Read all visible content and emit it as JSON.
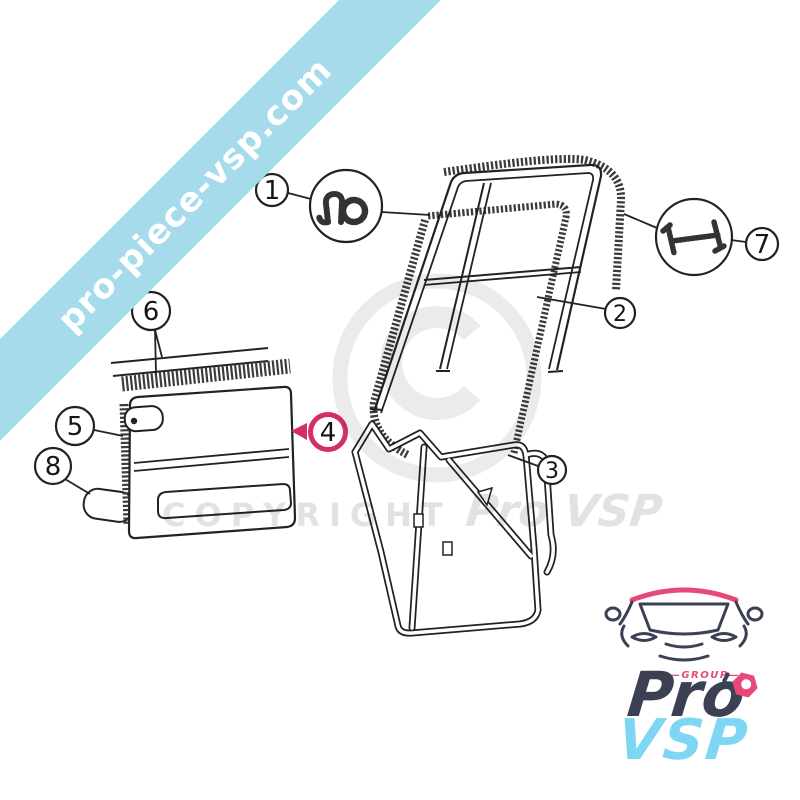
{
  "banner": {
    "text": "pro-piece-vsp.com",
    "bg_color": "#a6dbec",
    "text_color": "#ffffff"
  },
  "watermark": {
    "copyright_text": "COPYRIGHT",
    "brand_text": "Pro VSP",
    "color": "#e2e2e2"
  },
  "diagram": {
    "line_color": "#222222",
    "highlight_color": "#d12f66",
    "callouts": [
      {
        "number": "1"
      },
      {
        "number": "2"
      },
      {
        "number": "3"
      },
      {
        "number": "4"
      },
      {
        "number": "5"
      },
      {
        "number": "6"
      },
      {
        "number": "7"
      },
      {
        "number": "8"
      }
    ]
  },
  "logo": {
    "group_label": "—GROUP—",
    "brand_top": "Pro",
    "brand_bottom": "VSP",
    "colors": {
      "pink": "#e8497b",
      "dark": "#3b4053",
      "blue": "#7ed7f2"
    }
  }
}
